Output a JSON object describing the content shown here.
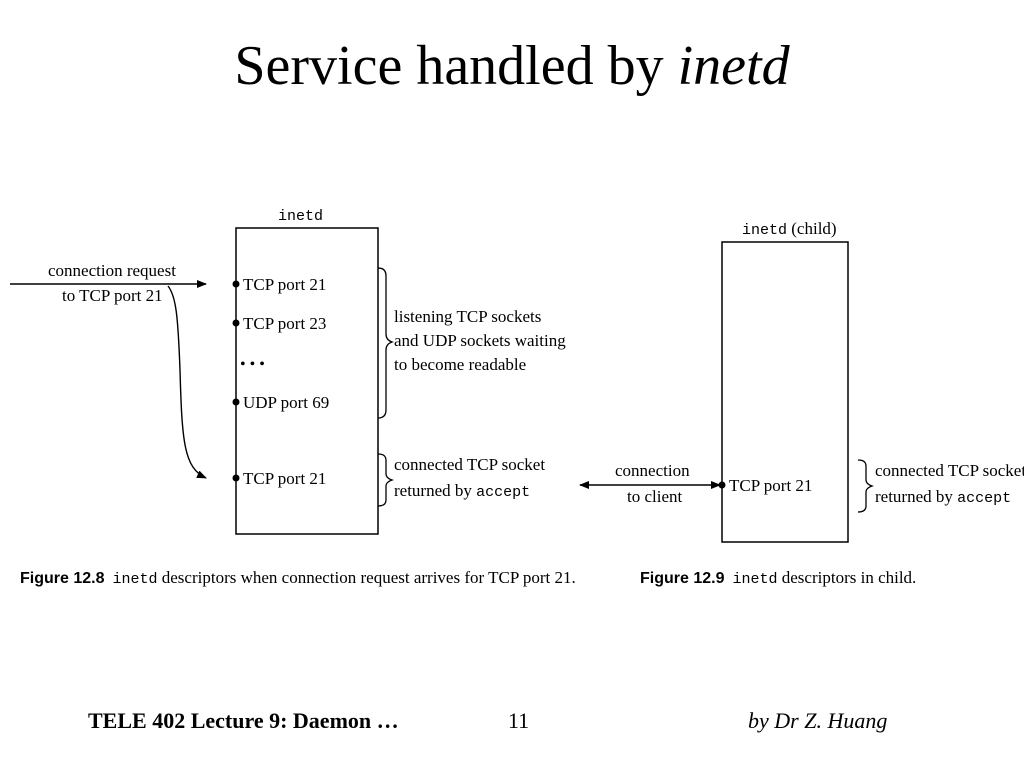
{
  "slide": {
    "title_plain": "Service handled by ",
    "title_italic": "inetd"
  },
  "fig8": {
    "box_label": "inetd",
    "incoming_line1": "connection request",
    "incoming_line2": "to TCP port 21",
    "ports": [
      "TCP port 21",
      "TCP port 23",
      "UDP port 69"
    ],
    "ellipsis": "• • •",
    "connected_port": "TCP port 21",
    "listen_note": [
      "listening TCP sockets",
      "and UDP sockets waiting",
      "to become readable"
    ],
    "connected_note_line1": "connected TCP socket",
    "connected_note_line2_prefix": "returned by ",
    "connected_note_line2_code": "accept",
    "caption_label": "Figure 12.8",
    "caption_code": "inetd",
    "caption_text": " descriptors when connection request arrives for TCP port 21."
  },
  "fig9": {
    "box_label_code": "inetd",
    "box_label_rest": " (child)",
    "client_line1": "connection",
    "client_line2": "to client",
    "port": "TCP port 21",
    "connected_note_line1": "connected TCP socket",
    "connected_note_line2_prefix": "returned by ",
    "connected_note_line2_code": "accept",
    "caption_label": "Figure 12.9",
    "caption_code": "inetd",
    "caption_text": " descriptors in child."
  },
  "footer": {
    "course": "TELE 402 Lecture 9: Daemon …",
    "page": "11",
    "author": "by Dr Z. Huang"
  }
}
